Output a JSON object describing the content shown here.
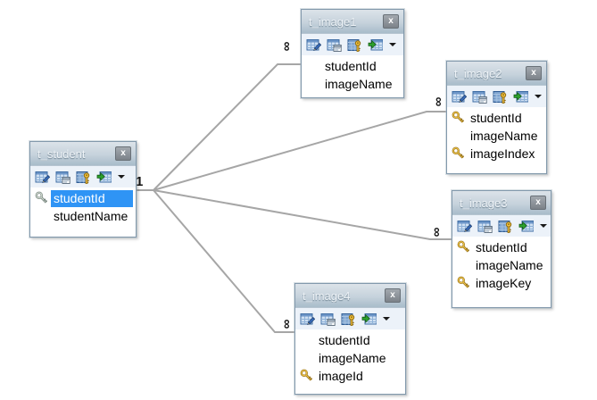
{
  "diagram": {
    "cardinality": {
      "one": "1",
      "many": "∞"
    },
    "window": {
      "close_glyph": "x"
    },
    "colors": {
      "selection_blue": "#2f94f5",
      "wire_gray": "#a6a6a6",
      "gold_key": "#f0c64a",
      "silver_key": "#cfd8cf",
      "titlebar_top": "#dce3e9",
      "titlebar_bottom": "#a8bcca",
      "toolbar_bg": "#ecf2f9"
    },
    "toolbar_icon_names": [
      "design-table",
      "table-properties",
      "set-primary-key",
      "insert-column",
      "dropdown"
    ],
    "tables": [
      {
        "title": "t_student",
        "fields": [
          {
            "name": "studentId",
            "key": "silver",
            "selected": true
          },
          {
            "name": "studentName",
            "key": "none",
            "selected": false
          }
        ]
      },
      {
        "title": "t_image1",
        "fields": [
          {
            "name": "studentId",
            "key": "none",
            "selected": false
          },
          {
            "name": "imageName",
            "key": "none",
            "selected": false
          }
        ]
      },
      {
        "title": "t_image2",
        "fields": [
          {
            "name": "studentId",
            "key": "gold",
            "selected": false
          },
          {
            "name": "imageName",
            "key": "none",
            "selected": false
          },
          {
            "name": "imageIndex",
            "key": "gold",
            "selected": false
          }
        ]
      },
      {
        "title": "t_image3",
        "fields": [
          {
            "name": "studentId",
            "key": "gold",
            "selected": false
          },
          {
            "name": "imageName",
            "key": "none",
            "selected": false
          },
          {
            "name": "imageKey",
            "key": "gold",
            "selected": false
          }
        ]
      },
      {
        "title": "t_image4",
        "fields": [
          {
            "name": "studentId",
            "key": "none",
            "selected": false
          },
          {
            "name": "imageName",
            "key": "none",
            "selected": false
          },
          {
            "name": "imageId",
            "key": "gold",
            "selected": false
          }
        ]
      }
    ],
    "relationships": [
      {
        "from": "t_student",
        "to": "t_image1",
        "from_card": "1",
        "to_card": "∞"
      },
      {
        "from": "t_student",
        "to": "t_image2",
        "from_card": "1",
        "to_card": "∞"
      },
      {
        "from": "t_student",
        "to": "t_image3",
        "from_card": "1",
        "to_card": "∞"
      },
      {
        "from": "t_student",
        "to": "t_image4",
        "from_card": "1",
        "to_card": "∞"
      }
    ]
  }
}
